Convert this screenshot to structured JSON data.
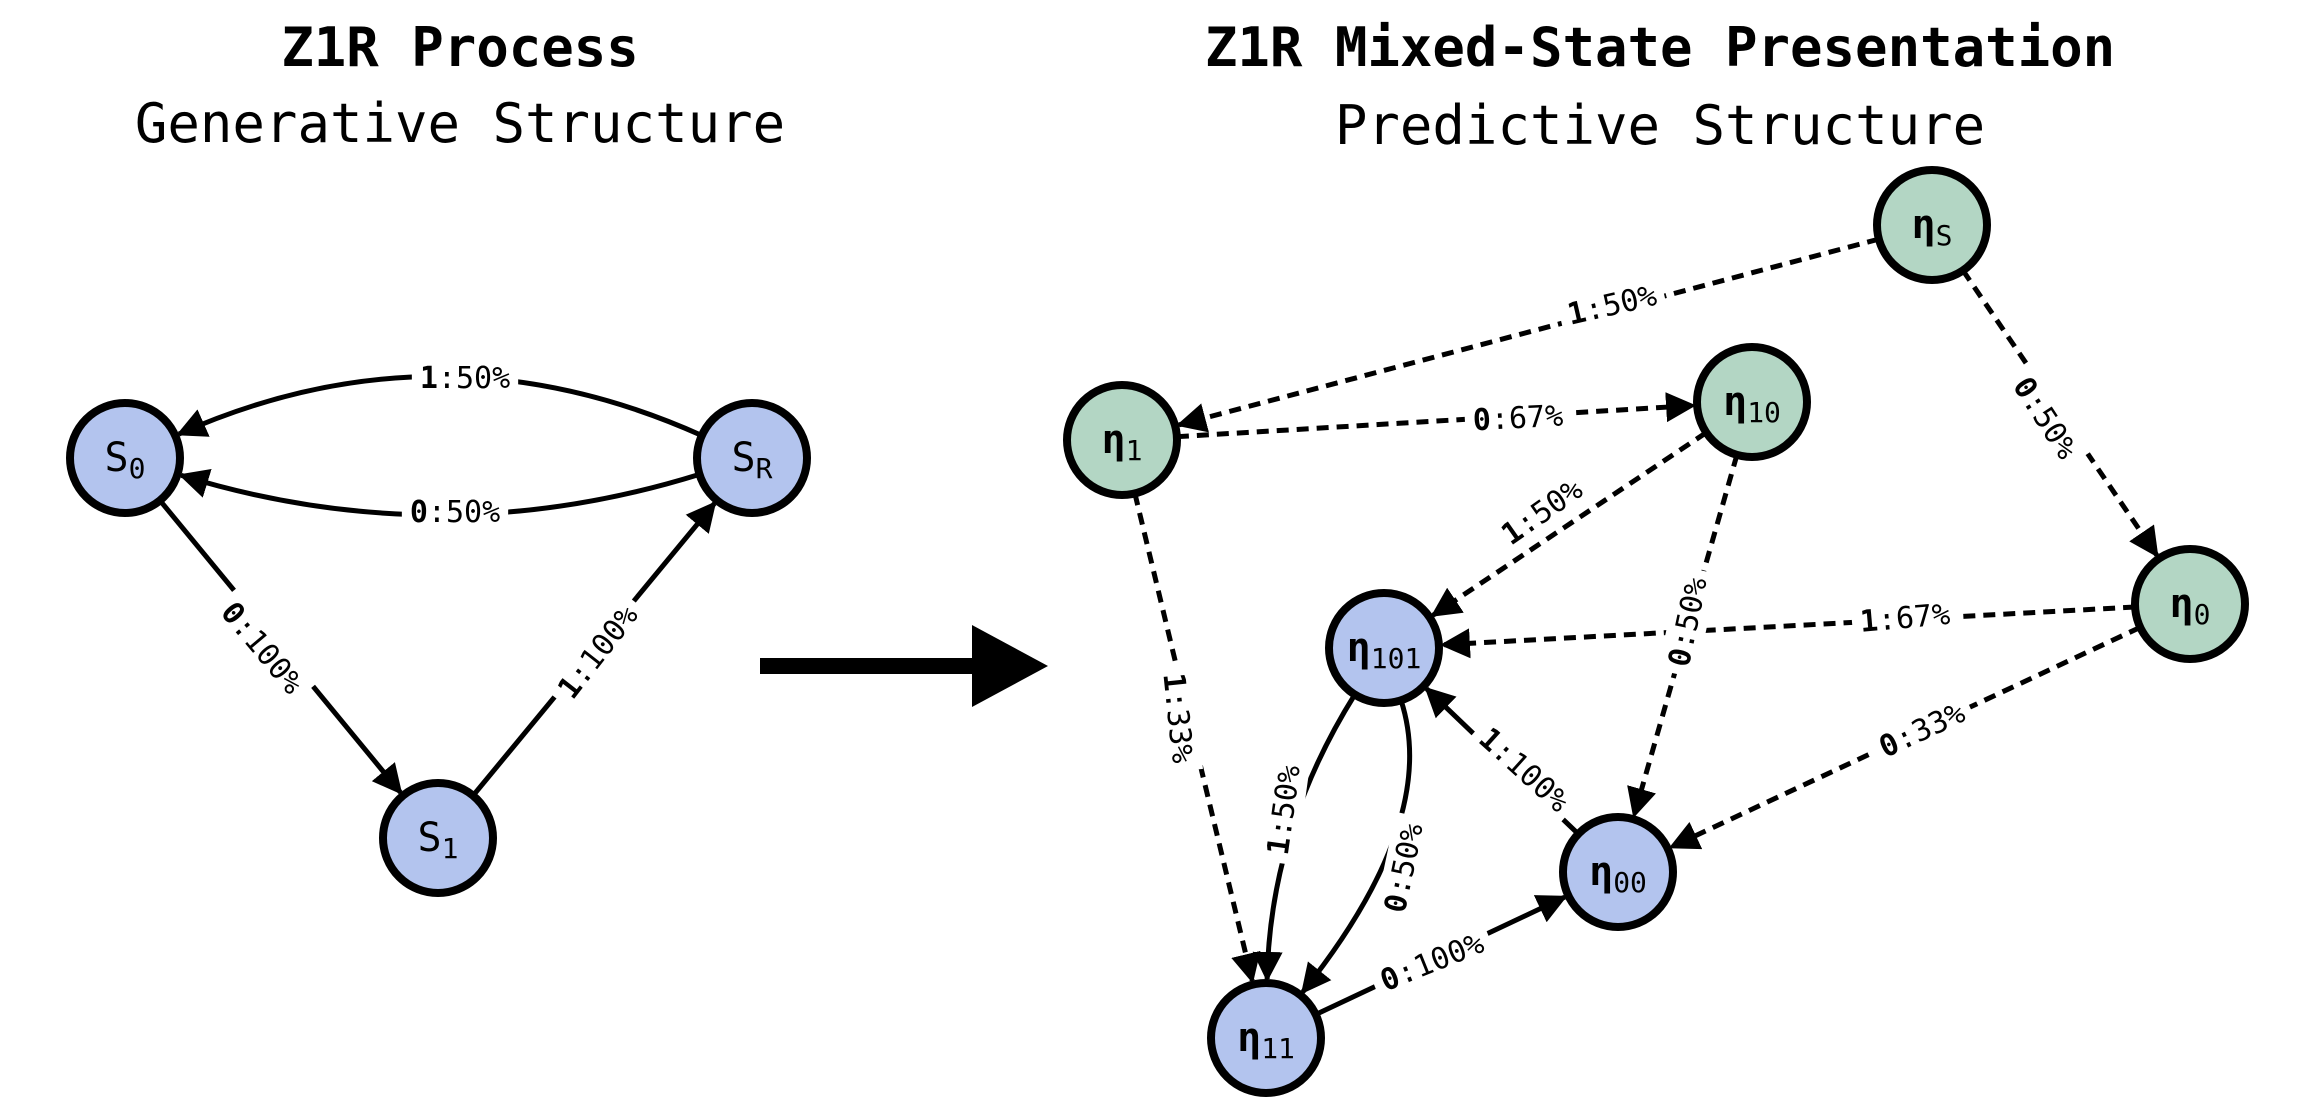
{
  "left": {
    "title": "Z1R Process",
    "subtitle": "Generative Structure",
    "nodes": [
      {
        "id": "s0",
        "main": "S",
        "sub": "0"
      },
      {
        "id": "sr",
        "main": "S",
        "sub": "R"
      },
      {
        "id": "s1",
        "main": "S",
        "sub": "1"
      }
    ],
    "edges": [
      {
        "from": "sr",
        "to": "s0",
        "sym": "1",
        "prob": ":50%",
        "style": "solid"
      },
      {
        "from": "sr",
        "to": "s0",
        "sym": "0",
        "prob": ":50%",
        "style": "solid"
      },
      {
        "from": "s0",
        "to": "s1",
        "sym": "0",
        "prob": ":100%",
        "style": "solid"
      },
      {
        "from": "s1",
        "to": "sr",
        "sym": "1",
        "prob": ":100%",
        "style": "solid"
      }
    ]
  },
  "right": {
    "title": "Z1R Mixed-State Presentation",
    "subtitle": "Predictive Structure",
    "nodes": [
      {
        "id": "etaS",
        "main": "η",
        "sub": "S",
        "kind": "transient"
      },
      {
        "id": "eta1",
        "main": "η",
        "sub": "1",
        "kind": "transient"
      },
      {
        "id": "eta10",
        "main": "η",
        "sub": "10",
        "kind": "transient"
      },
      {
        "id": "eta0",
        "main": "η",
        "sub": "0",
        "kind": "transient"
      },
      {
        "id": "eta101",
        "main": "η",
        "sub": "101",
        "kind": "recurrent"
      },
      {
        "id": "eta00",
        "main": "η",
        "sub": "00",
        "kind": "recurrent"
      },
      {
        "id": "eta11",
        "main": "η",
        "sub": "11",
        "kind": "recurrent"
      }
    ],
    "edges": [
      {
        "from": "etaS",
        "to": "eta1",
        "sym": "1",
        "prob": ":50%",
        "style": "dashed"
      },
      {
        "from": "etaS",
        "to": "eta0",
        "sym": "0",
        "prob": ":50%",
        "style": "dashed"
      },
      {
        "from": "eta1",
        "to": "eta10",
        "sym": "0",
        "prob": ":67%",
        "style": "dashed"
      },
      {
        "from": "eta1",
        "to": "eta11",
        "sym": "1",
        "prob": ":33%",
        "style": "dashed"
      },
      {
        "from": "eta10",
        "to": "eta101",
        "sym": "1",
        "prob": ":50%",
        "style": "dashed"
      },
      {
        "from": "eta10",
        "to": "eta00",
        "sym": "0",
        "prob": ":50%",
        "style": "dashed"
      },
      {
        "from": "eta0",
        "to": "eta101",
        "sym": "1",
        "prob": ":67%",
        "style": "dashed"
      },
      {
        "from": "eta0",
        "to": "eta00",
        "sym": "0",
        "prob": ":33%",
        "style": "dashed"
      },
      {
        "from": "eta101",
        "to": "eta11",
        "sym": "1",
        "prob": ":50%",
        "style": "solid"
      },
      {
        "from": "eta101",
        "to": "eta11",
        "sym": "0",
        "prob": ":50%",
        "style": "solid"
      },
      {
        "from": "eta00",
        "to": "eta101",
        "sym": "1",
        "prob": ":100%",
        "style": "solid"
      },
      {
        "from": "eta11",
        "to": "eta00",
        "sym": "0",
        "prob": ":100%",
        "style": "solid"
      }
    ]
  },
  "colors": {
    "recurrent_fill": "#b3c4ee",
    "transient_fill": "#b3d6c4",
    "stroke": "#000000"
  },
  "transition_arrow": "right-arrow"
}
